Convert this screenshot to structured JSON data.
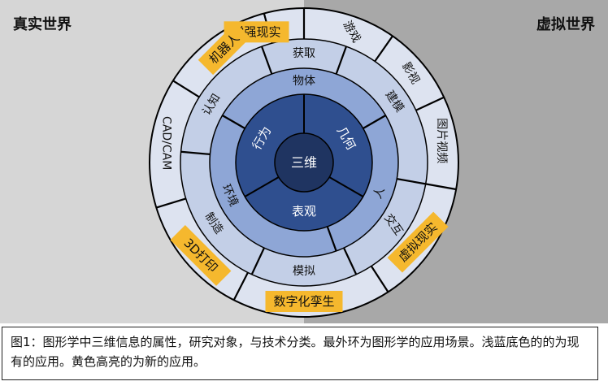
{
  "panels": {
    "left_title": "真实世界",
    "right_title": "虚拟世界"
  },
  "core": {
    "label": "三维"
  },
  "attributes": [
    "行为",
    "几何",
    "表观"
  ],
  "objects": [
    "物体",
    "人",
    "环境"
  ],
  "tasks": [
    "获取",
    "建模",
    "交互",
    "模拟",
    "制造",
    "认知"
  ],
  "applications": [
    {
      "label": "增强现实",
      "highlight": true
    },
    {
      "label": "游戏",
      "highlight": false
    },
    {
      "label": "影视",
      "highlight": false
    },
    {
      "label": "图片视频",
      "highlight": false
    },
    {
      "label": "虚拟现实",
      "highlight": true
    },
    {
      "label": "数字化孪生",
      "highlight": true
    },
    {
      "label": "3D打印",
      "highlight": true
    },
    {
      "label": "CAD/CAM",
      "highlight": false
    },
    {
      "label": "机器人",
      "highlight": true
    }
  ],
  "caption": "图1：图形学中三维信息的属性，研究对象，与技术分类。最外环为图形学的应用场景。浅蓝底色的的为现有的应用。黄色高亮的为新的应用。",
  "colors": {
    "left_bg": "#d6d6d6",
    "right_bg": "#a8a8a8",
    "outer_ring": "#dde3f0",
    "task_ring": "#c3cfe7",
    "object_ring": "#8ea6d6",
    "attribute_ring": "#2f4f8f",
    "core": "#1f3461",
    "highlight": "#f5b82e"
  }
}
